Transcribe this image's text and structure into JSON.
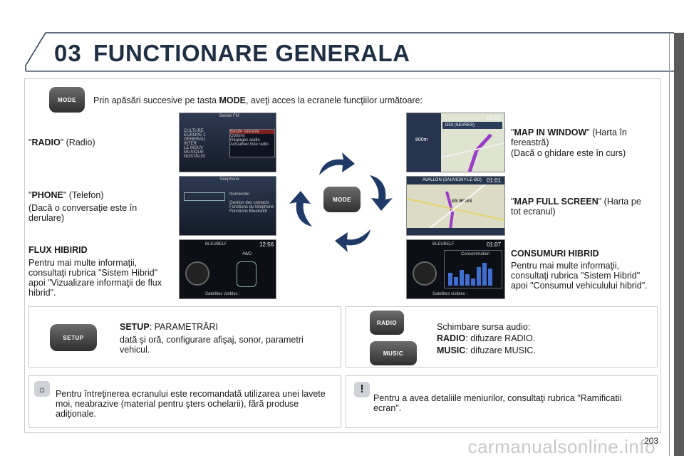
{
  "header": {
    "chapter": "03",
    "title": "FUNCTIONARE GENERALA"
  },
  "intro": {
    "prefix": "Prin apăsări succesive pe tasta ",
    "key": "MODE",
    "suffix": ", aveţi acces la ecranele funcţiilor următoare:"
  },
  "mode_button": "MODE",
  "left_items": {
    "radio": {
      "q1": "\"",
      "name": "RADIO",
      "q2": "\" (Radio)"
    },
    "phone": {
      "q1": "\"",
      "name": "PHONE",
      "q2": "\" (Telefon)",
      "note": "(Dacă o conversaţie este în derulare)"
    },
    "flux": {
      "title": "FLUX HIBIRID",
      "body": "Pentru mai multe informaţii, consultaţi rubrica \"Sistem Hibrid\" apoi \"Vizualizare informaţii de flux hibrid\"."
    }
  },
  "right_items": {
    "map_window": {
      "q1": "\"",
      "name": "MAP IN WINDOW",
      "q2": "\" (Harta în fereastră)",
      "note": "(Dacă o ghidare este în curs)"
    },
    "map_full": {
      "q1": "\"",
      "name": "MAP FULL SCREEN",
      "q2": "\" (Harta pe tot ecranul)"
    },
    "consum": {
      "title": "CONSUMURI HIBRID",
      "body": "Pentru mai multe informaţii, consultaţi rubrica \"Sistem Hibrid\" apoi \"Consumul vehiculului hibrid\"."
    }
  },
  "screens": {
    "radio": {
      "title": "Bande FM",
      "list": [
        "CULTURE",
        "EUROPE 1",
        "GENERALI",
        "INTER",
        "LE MOUV",
        "MUSIQUE",
        "NOSTALGI"
      ],
      "menu": [
        "Bande suivante",
        "Options",
        "Réglages audio",
        "Actualiser liste radio"
      ]
    },
    "phone": {
      "title": "Telephone",
      "list": [
        "Numéroter",
        "Gestion des contacts",
        "Fonctions du téléphone",
        "Fonctions Bluetooth"
      ]
    },
    "flux": {
      "name": "BLEUBELF",
      "time": "12:56",
      "mode": "4WD",
      "sat": "Satellites visibles :"
    },
    "consum": {
      "name": "BLEUBELF",
      "time": "01:07",
      "label": "Consommation",
      "sat": "Satellites visibles :"
    },
    "map_window": {
      "time": "01:01",
      "road": "D53 (SEVRES)",
      "dist": "800m"
    },
    "map_full": {
      "time": "01:01",
      "road": "AVALLON (SAUVIGNY-LE-BO)",
      "place": "LES BRIES"
    }
  },
  "setup": {
    "button": "SETUP",
    "title": "SETUP",
    "title_rest": ": PARAMETRĂRI",
    "body": "dată şi oră, configurare afişaj, sonor, parametri vehicul."
  },
  "source": {
    "radio_button": "RADIO",
    "music_button": "MUSIC",
    "line1": "Schimbare sursa audio:",
    "radio": "RADIO",
    "radio_rest": ": difuzare RADIO.",
    "music": "MUSIC",
    "music_rest": ": difuzare MUSIC."
  },
  "tip": {
    "text": "Pentru întreţinerea ecranului este recomandată utilizarea unei lavete moi, neabrazive (material pentru şters ochelarii), fără produse adiţionale."
  },
  "warning": {
    "text": "Pentru a avea detaliile meniurilor, consultaţi rubrica \"Ramificatii ecran\"."
  },
  "page_number": "203",
  "watermark": "carmanualsonline.info",
  "colors": {
    "title": "#1f2f44",
    "arrow": "#1f3a66",
    "frame": "#2a3a50"
  }
}
